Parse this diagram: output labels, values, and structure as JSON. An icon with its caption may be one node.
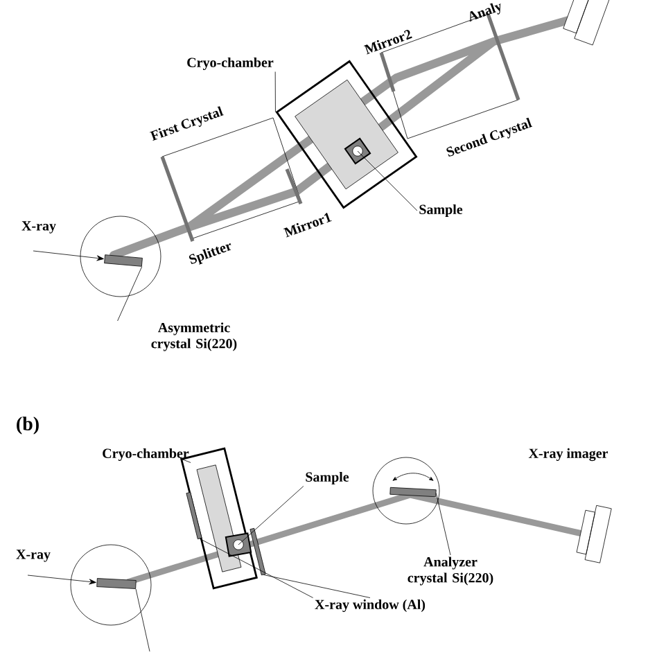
{
  "diagram": {
    "nodes": [
      {
        "text": [
          "Cryo-chamber"
        ]
      },
      {
        "text": [],
        "shape": "box"
      },
      {
        "text": [],
        "shape": "box",
        "in": 1
      },
      {
        "text": [
          "Sample"
        ]
      },
      {
        "text": [
          "Asymmetric crystal Si(220)"
        ]
      },
      {
        "text": [],
        "shape": "bar"
      },
      {
        "text": [
          "Cryo-chamber"
        ]
      },
      {
        "text": [],
        "shape": "box"
      },
      {
        "text": [
          "Sample"
        ]
      },
      {
        "text": [],
        "shape": "box",
        "in": 7
      },
      {
        "text": [],
        "shape": "bar"
      },
      {
        "text": [
          "X-ray imager"
        ]
      },
      {
        "text": [
          "Analyzer crystal Si(220)"
        ]
      },
      {
        "text": [],
        "shape": "bar"
      },
      {
        "text": [],
        "shape": "bar"
      },
      {
        "text": [
          "X-ray window (Al)"
        ]
      },
      {
        "text": [],
        "shape": "bar"
      }
    ],
    "edges": [
      {
        "from": 0,
        "to": 1,
        "arrow": "none"
      },
      {
        "from": 3,
        "to": 2,
        "arrow": "none"
      },
      {
        "from": 4,
        "to": 5,
        "arrow": "none"
      },
      {
        "from": null,
        "to": 5,
        "arrow": "to"
      },
      {
        "from": 6,
        "to": 7,
        "arrow": "none"
      },
      {
        "from": 8,
        "to": 9,
        "arrow": "none"
      },
      {
        "from": 12,
        "to": 10,
        "arrow": "none"
      },
      {
        "from": 15,
        "to": 13,
        "arrow": "none"
      },
      {
        "from": 15,
        "to": 14,
        "arrow": "none"
      },
      {
        "from": null,
        "to": 16,
        "arrow": "to"
      },
      {
        "from": 16,
        "to": null,
        "arrow": "none"
      }
    ],
    "labels": [
      "Analy",
      "Mirror2",
      "First Crystal",
      "Second Crystal",
      "X-ray",
      "Mirror1",
      "Splitter",
      "(b)",
      "X-ray"
    ]
  }
}
